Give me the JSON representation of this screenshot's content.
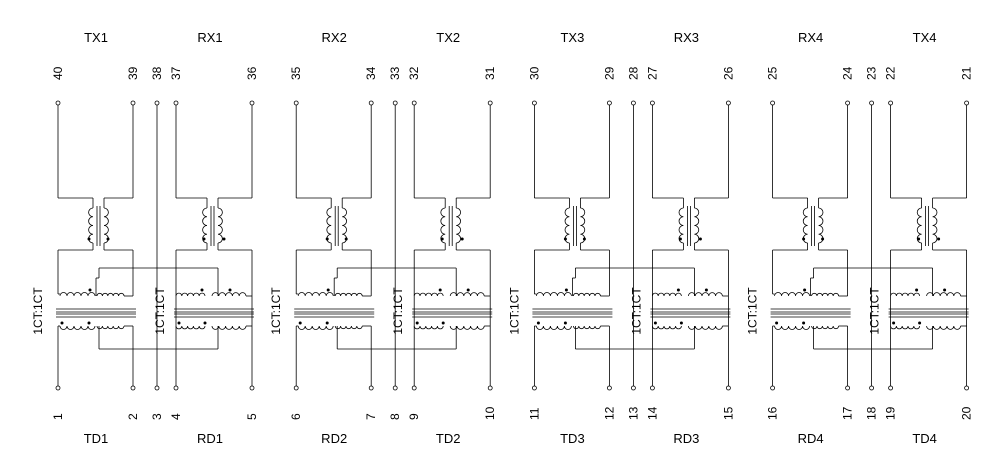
{
  "diagram": {
    "ratio_label": "1CT:1CT",
    "port_labels_top": [
      "TX1",
      "RX1",
      "RX2",
      "TX2",
      "TX3",
      "RX3",
      "RX4",
      "TX4"
    ],
    "port_labels_bottom": [
      "TD1",
      "RD1",
      "RD2",
      "TD2",
      "TD3",
      "RD3",
      "RD4",
      "TD4"
    ],
    "pins_top": [
      [
        "40",
        "39",
        "38",
        "37",
        "36"
      ],
      [
        "35",
        "34",
        "33",
        "32",
        "31"
      ],
      [
        "30",
        "29",
        "28",
        "27",
        "26"
      ],
      [
        "25",
        "24",
        "23",
        "22",
        "21"
      ]
    ],
    "pins_bottom": [
      [
        "1",
        "2",
        "3",
        "4",
        "5"
      ],
      [
        "6",
        "7",
        "8",
        "9",
        "10"
      ],
      [
        "11",
        "12",
        "13",
        "14",
        "15"
      ],
      [
        "16",
        "17",
        "18",
        "19",
        "20"
      ]
    ]
  }
}
